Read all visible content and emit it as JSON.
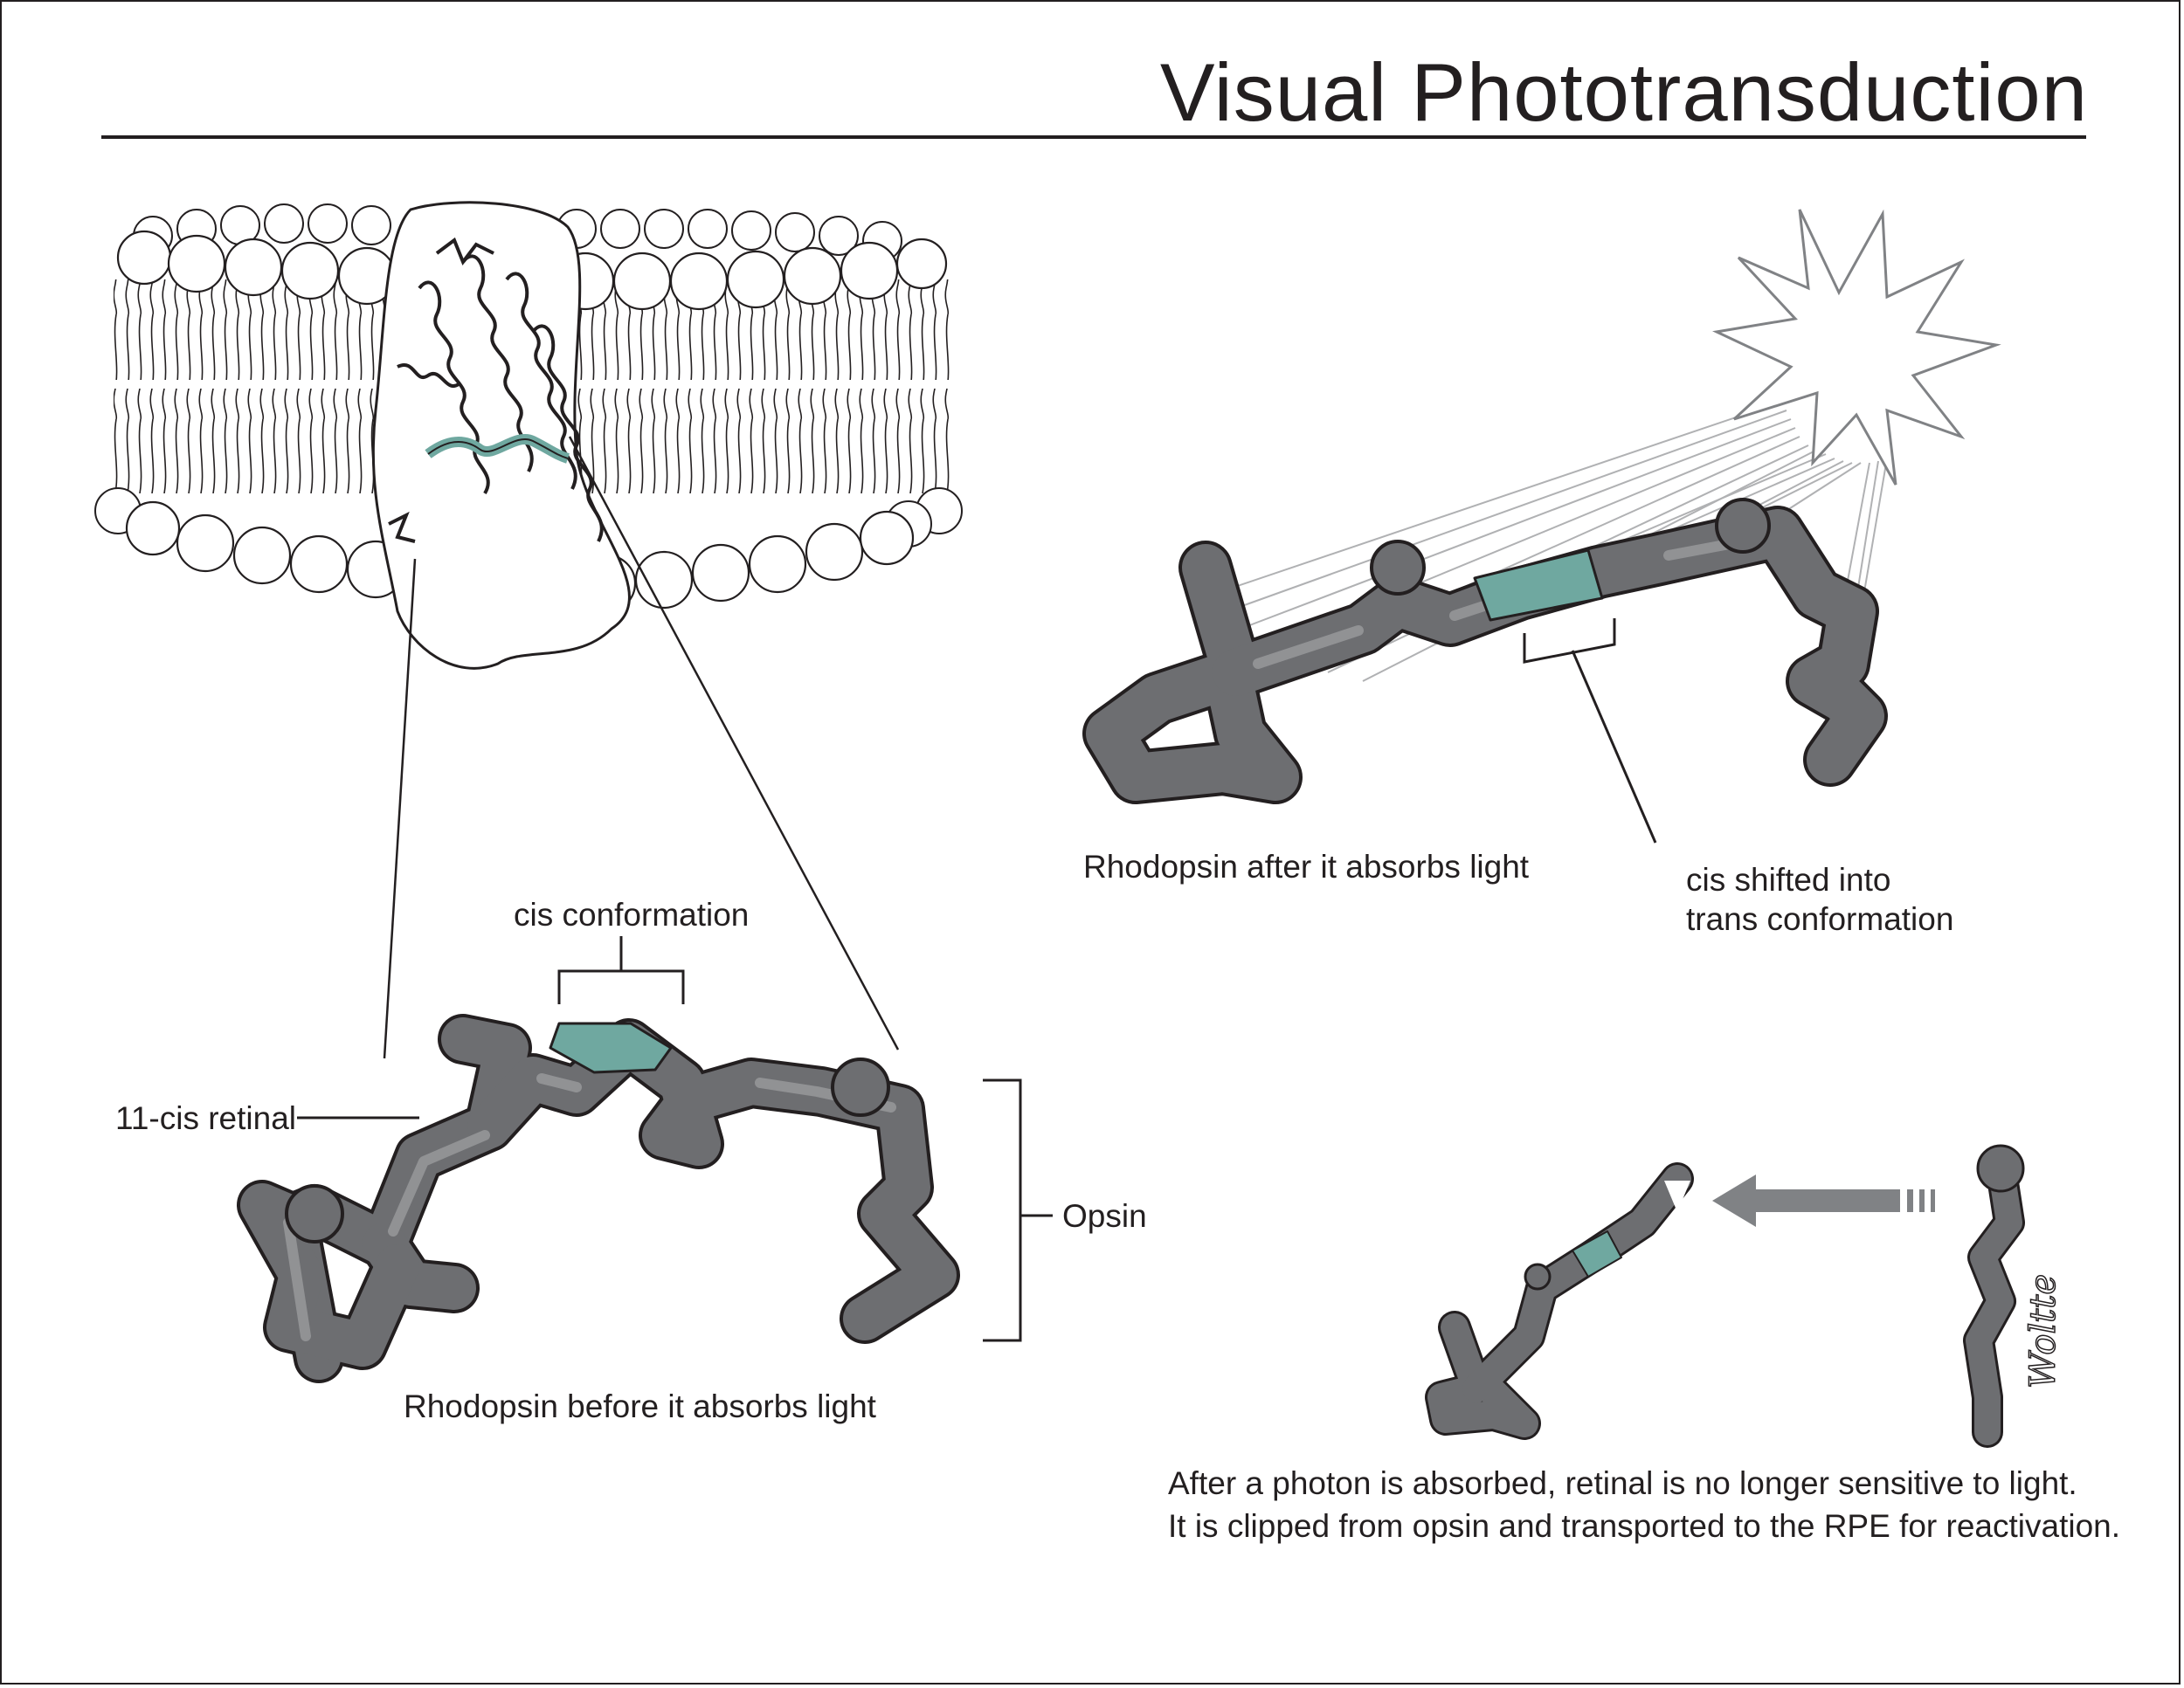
{
  "title": "Visual Phototransduction",
  "labels": {
    "cis_conformation": "cis conformation",
    "eleven_cis_retinal": "11-cis retinal",
    "opsin": "Opsin",
    "before": "Rhodopsin before it absorbs light",
    "after": "Rhodopsin after it absorbs light",
    "cis_shifted_line1": "cis shifted into",
    "cis_shifted_line2": "trans conformation",
    "caption_line1": "After a photon is absorbed, retinal is no longer sensitive to light.",
    "caption_line2": "It is clipped from opsin and transported to the RPE for reactivation."
  },
  "colors": {
    "ink": "#231f20",
    "molecule": "#6d6e71",
    "molecule_highlight": "#9a9b9e",
    "cis_bond": "#6fa8a0",
    "arrow": "#808285"
  },
  "signature": "Woltte"
}
